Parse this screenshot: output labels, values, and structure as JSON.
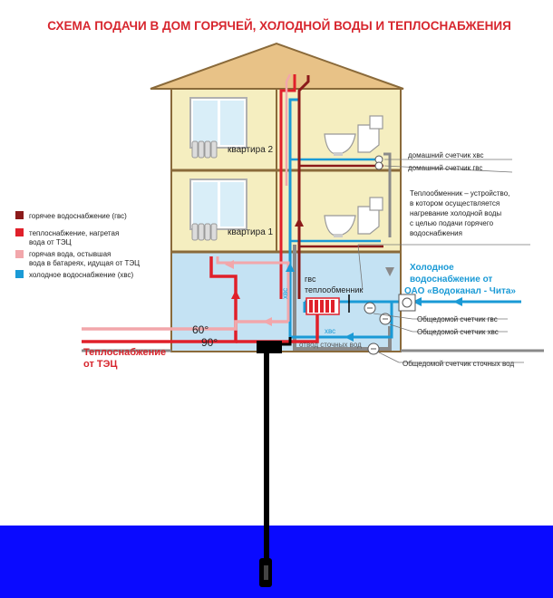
{
  "title": "СХЕМА ПОДАЧИ В ДОМ ГОРЯЧЕЙ, ХОЛОДНОЙ ВОДЫ И ТЕПЛОСНАБЖЕНИЯ",
  "apartments": {
    "apt2": "квартира 2",
    "apt1": "квартира 1"
  },
  "legend": [
    {
      "line1": "горячее водоснабжение (гвс)",
      "line2": "",
      "color": "#8b1a1a"
    },
    {
      "line1": "теплоснабжение, нагретая",
      "line2": "вода от ТЭЦ",
      "color": "#e0202a"
    },
    {
      "line1": "горячая вода, остывшая",
      "line2": "вода в батареях, идущая от ТЭЦ",
      "color": "#f2a7ab"
    },
    {
      "line1": "холодное водоснабжение (хвс)",
      "line2": "",
      "color": "#1a9ad6"
    }
  ],
  "labels": {
    "meter_cold_home": "домашний счетчик хвс",
    "meter_hot_home": "домашний счетчик гвс",
    "exchanger_desc": [
      "Теплообменник – устройство,",
      "в котором осуществляется",
      "нагревание холодной воды",
      "с целью подачи горячего",
      "водоснабжения"
    ],
    "cold_supply": [
      "Холодное",
      "водоснабжение от",
      "ОАО «Водоканал - Чита»"
    ],
    "gvs": "гвс",
    "exchanger": "теплообменник",
    "meter_hot_building": "Общедомой счетчик гвс",
    "meter_cold_building": "Общедомой счетчик хвс",
    "meter_sewer_building": "Общедомой счетчик сточных вод",
    "hvs_vertical": "хвс",
    "hvs_horizontal": "хвс",
    "sewer": "отвод сточных вод",
    "temp60": "60°",
    "temp90": "90°",
    "heat_supply": [
      "Теплоснабжение",
      "от ТЭЦ"
    ]
  },
  "colors": {
    "title": "#d7262e",
    "hot": "#8b1a1a",
    "heat": "#e0202a",
    "return": "#f2a7ab",
    "cold": "#1a9ad6",
    "sewer": "#8a8a8a",
    "water": "#0a0aff",
    "roof": "#e8c287",
    "wall": "#f5eec0",
    "basement": "#c4e2f3"
  }
}
